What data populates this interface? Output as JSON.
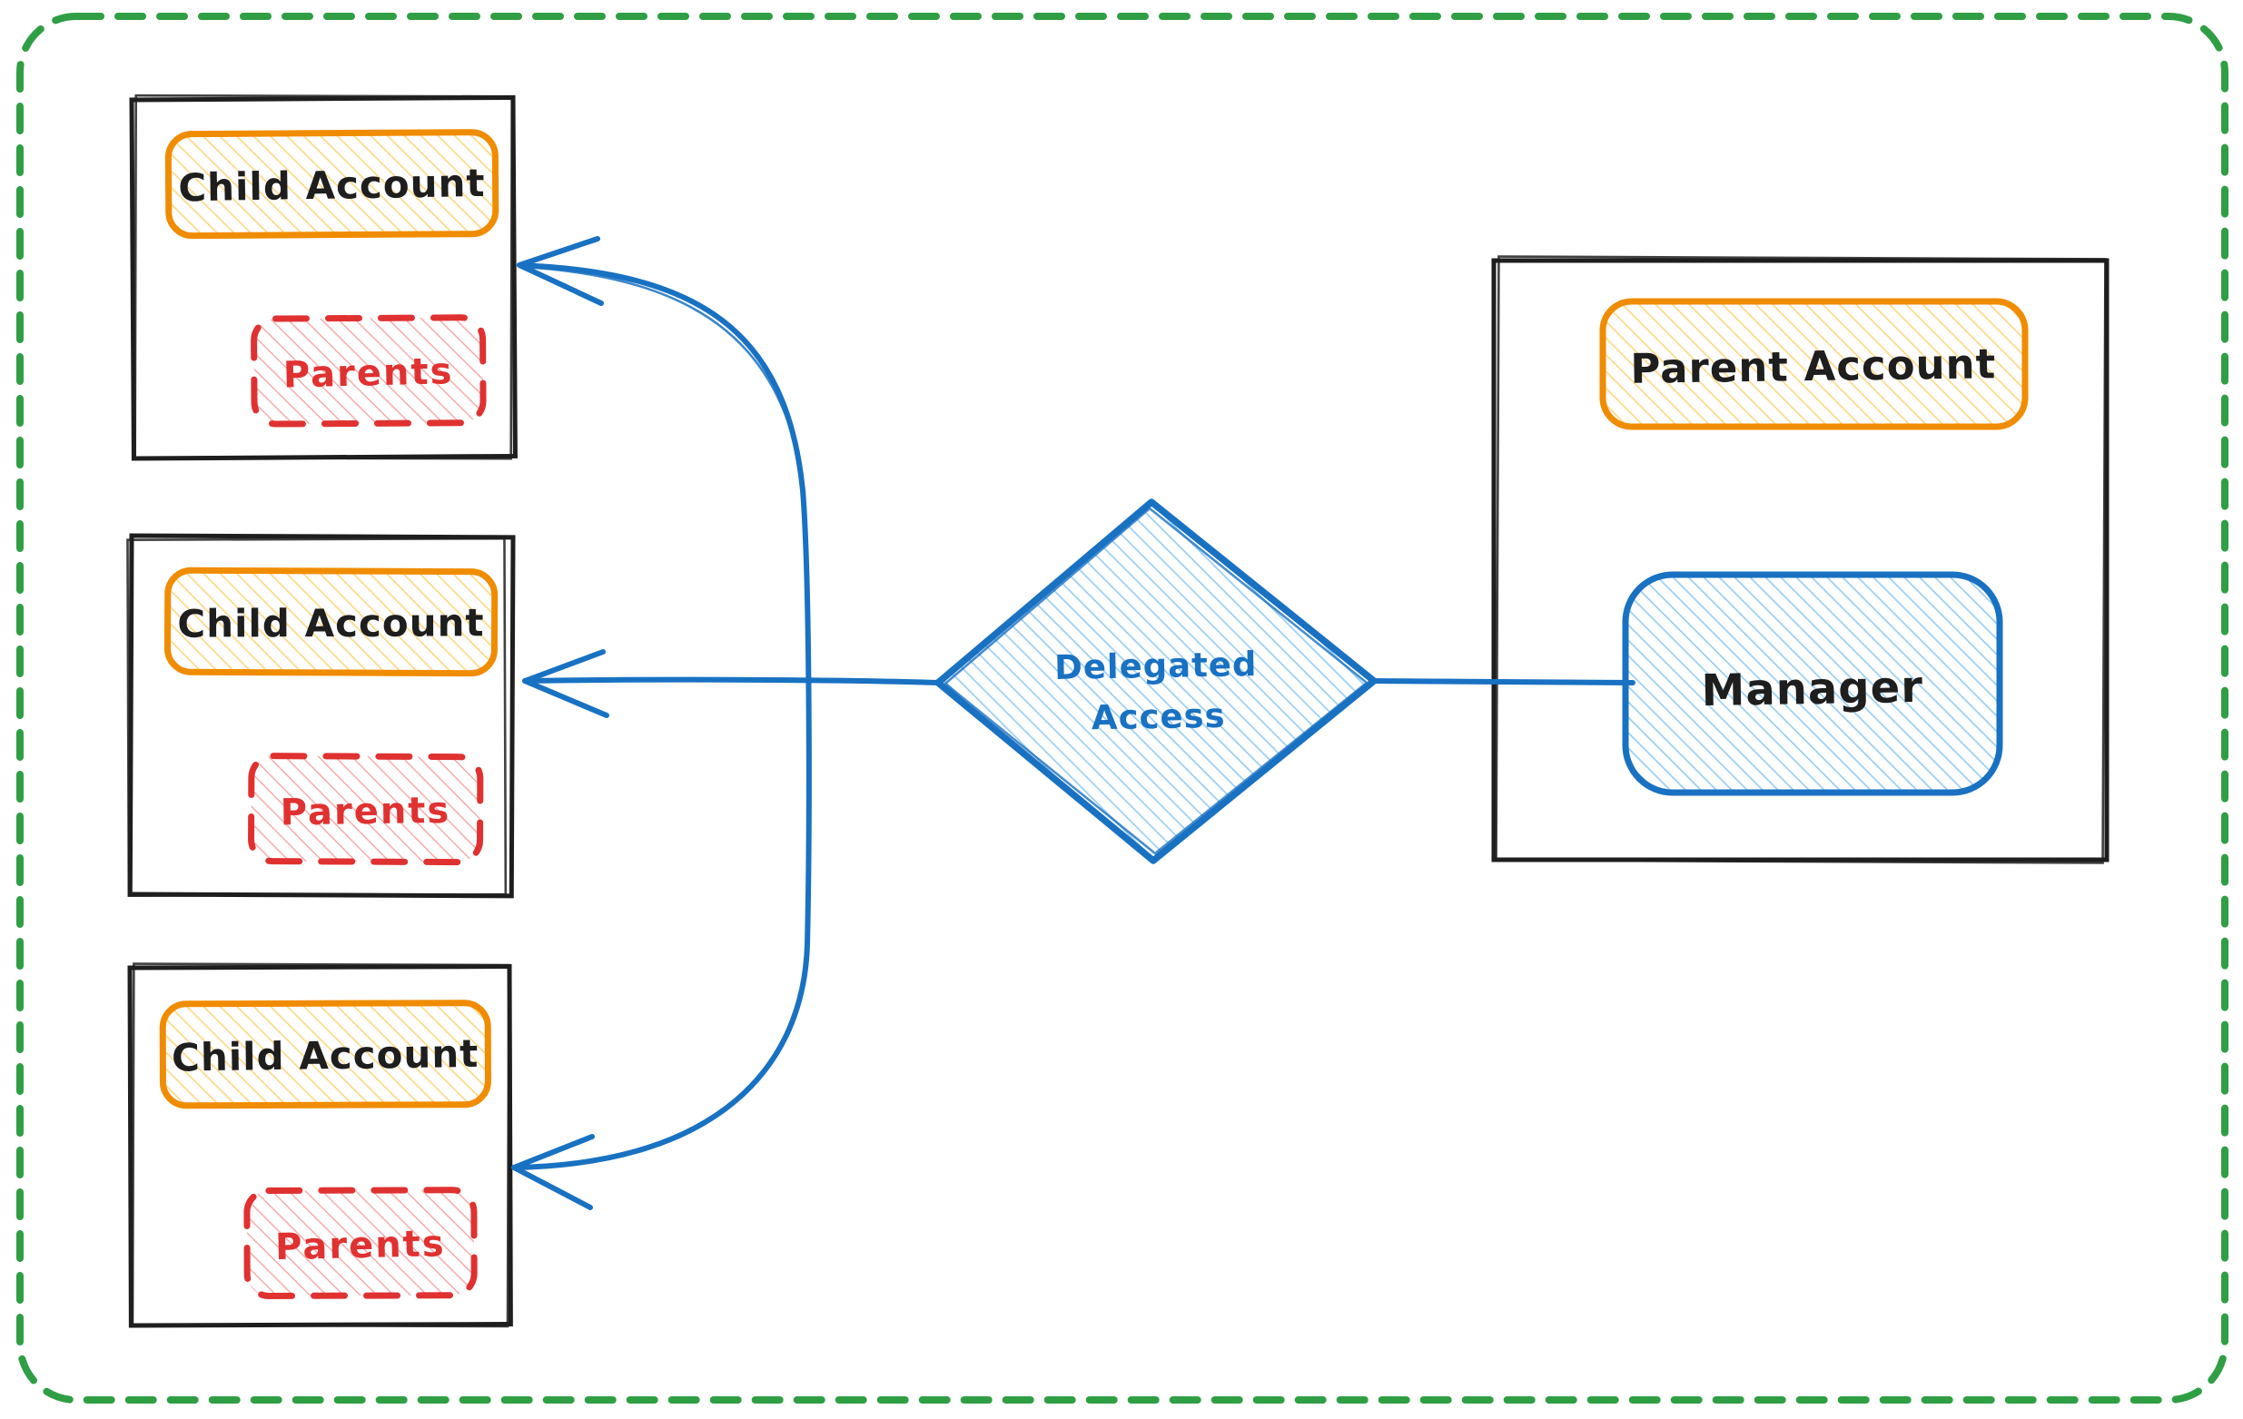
{
  "canvas": {
    "background": "#ffffff",
    "border_color": "#2f9e44"
  },
  "child_groups": [
    {
      "account_label": "Child Account",
      "member_label": "Parents"
    },
    {
      "account_label": "Child Account",
      "member_label": "Parents"
    },
    {
      "account_label": "Child Account",
      "member_label": "Parents"
    }
  ],
  "parent_group": {
    "account_label": "Parent Account",
    "manager_label": "Manager"
  },
  "decision": {
    "label_line1": "Delegated",
    "label_line2": "Access"
  },
  "colors": {
    "sketch_black": "#1e1e1e",
    "orange_stroke": "#f08c00",
    "orange_hatch": "#ffd88a",
    "red_stroke": "#e03131",
    "red_hatch": "#f7abab",
    "blue_stroke": "#1971c2",
    "blue_hatch": "#9bcff4",
    "green_border": "#2f9e44",
    "text_black": "#1e1e1e"
  }
}
